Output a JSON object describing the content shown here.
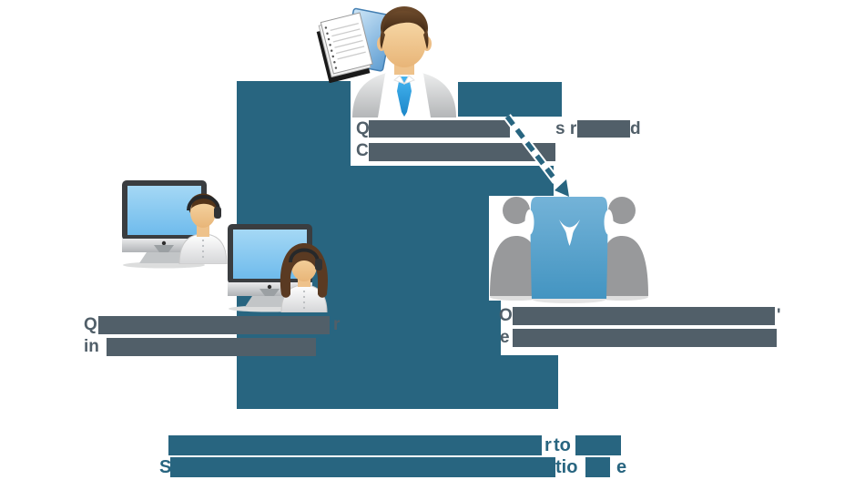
{
  "colors": {
    "shape_teal": "#286580",
    "caption_gray": "#515f69",
    "bottom_caption_teal": "#286580",
    "screen_blue": "#7cc2ec",
    "team_center_blue": "#58a4cf",
    "team_gray": "#98999b",
    "tie_blue": "#2da0e2",
    "skin": "#f0c38e",
    "hair_brown": "#54361f"
  },
  "captions": {
    "top": {
      "line1_start": "Q",
      "line1_mid": "s r",
      "line1_end": "d",
      "line2_start": "C"
    },
    "left": {
      "line1_start": "Q",
      "line1_end": "r",
      "line2_start": "in"
    },
    "right": {
      "line1_start": "O",
      "line1_end": "'",
      "line2_start": "e"
    },
    "bottom": {
      "line1_mid": "r",
      "line1_to": "to",
      "line2_start": "S",
      "line2_mid": "tio",
      "line2_end": "e"
    }
  },
  "icons": {
    "documents": "documents-icon",
    "businessman": "businessman-icon",
    "monitor1": "monitor-icon",
    "agent1": "call-center-agent-icon",
    "monitor2": "monitor-icon",
    "agent2": "call-center-agent-icon",
    "team": "team-icon"
  }
}
